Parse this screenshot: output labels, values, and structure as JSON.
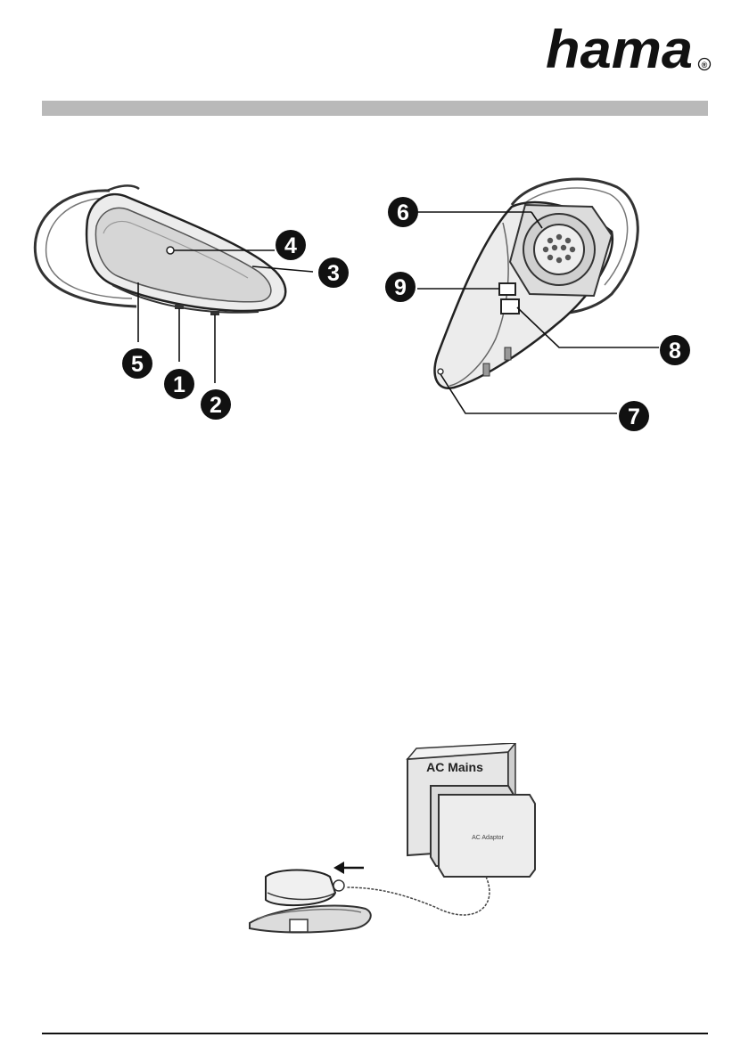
{
  "brand": {
    "name": "hama",
    "registered_mark": "®"
  },
  "figure_front": {
    "callouts": [
      "4",
      "3",
      "5",
      "1",
      "2"
    ]
  },
  "figure_back": {
    "callouts": [
      "6",
      "9",
      "8",
      "7"
    ]
  },
  "figure_charging": {
    "mains_label": "AC Mains",
    "adapter_label": "AC Adaptor"
  }
}
